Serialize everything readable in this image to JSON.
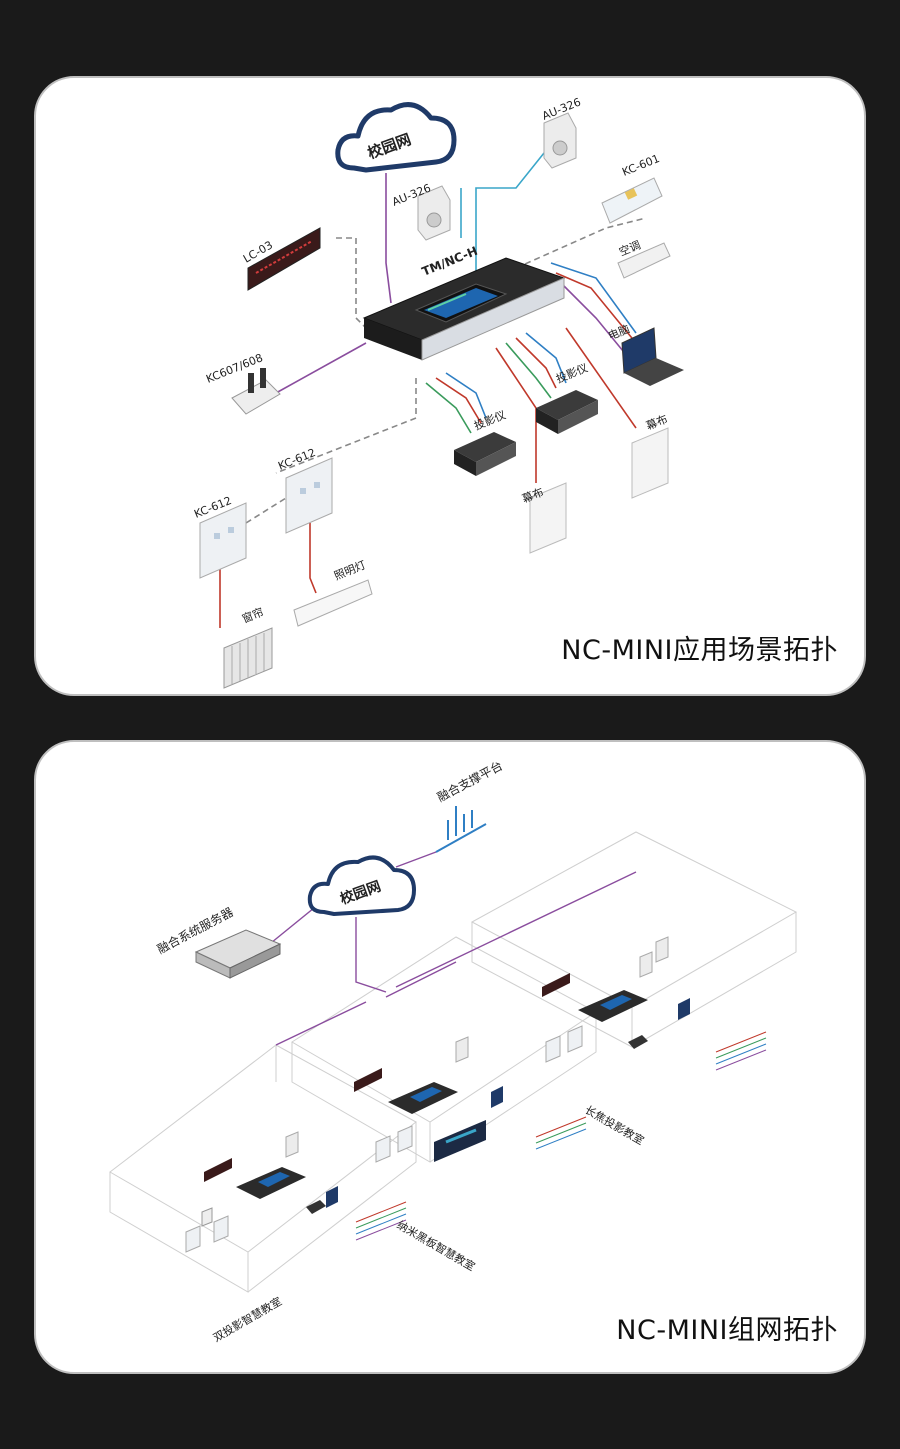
{
  "panel1": {
    "caption": "NC-MINI应用场景拓扑",
    "cloud": "校园网",
    "host": "TM/NC-H",
    "labels": {
      "au326_a": "AU-326",
      "au326_b": "AU-326",
      "kc601": "KC-601",
      "aircon": "空调",
      "lc03": "LC-03",
      "kc607": "KC607/608",
      "laptop": "电脑",
      "projector_a": "投影仪",
      "projector_b": "投影仪",
      "screen_a": "幕布",
      "screen_b": "幕布",
      "kc612_a": "KC-612",
      "kc612_b": "KC-612",
      "curtain": "窗帘",
      "light": "照明灯"
    }
  },
  "panel2": {
    "caption": "NC-MINI组网拓扑",
    "cloud": "校园网",
    "platform": "融合支撑平台",
    "server": "融合系统服务器",
    "rooms": [
      "双投影智慧教室",
      "纳米黑板智慧教室",
      "长焦投影教室"
    ]
  },
  "colors": {
    "background": "#1a1a1a",
    "card": "#ffffff",
    "purple_line": "#8a4d9e",
    "blue_line": "#2f7fc4",
    "cyan_line": "#3aa6c9",
    "red_line": "#c0392b",
    "green_line": "#3a9b5c",
    "device_dark": "#2b2b2b"
  }
}
